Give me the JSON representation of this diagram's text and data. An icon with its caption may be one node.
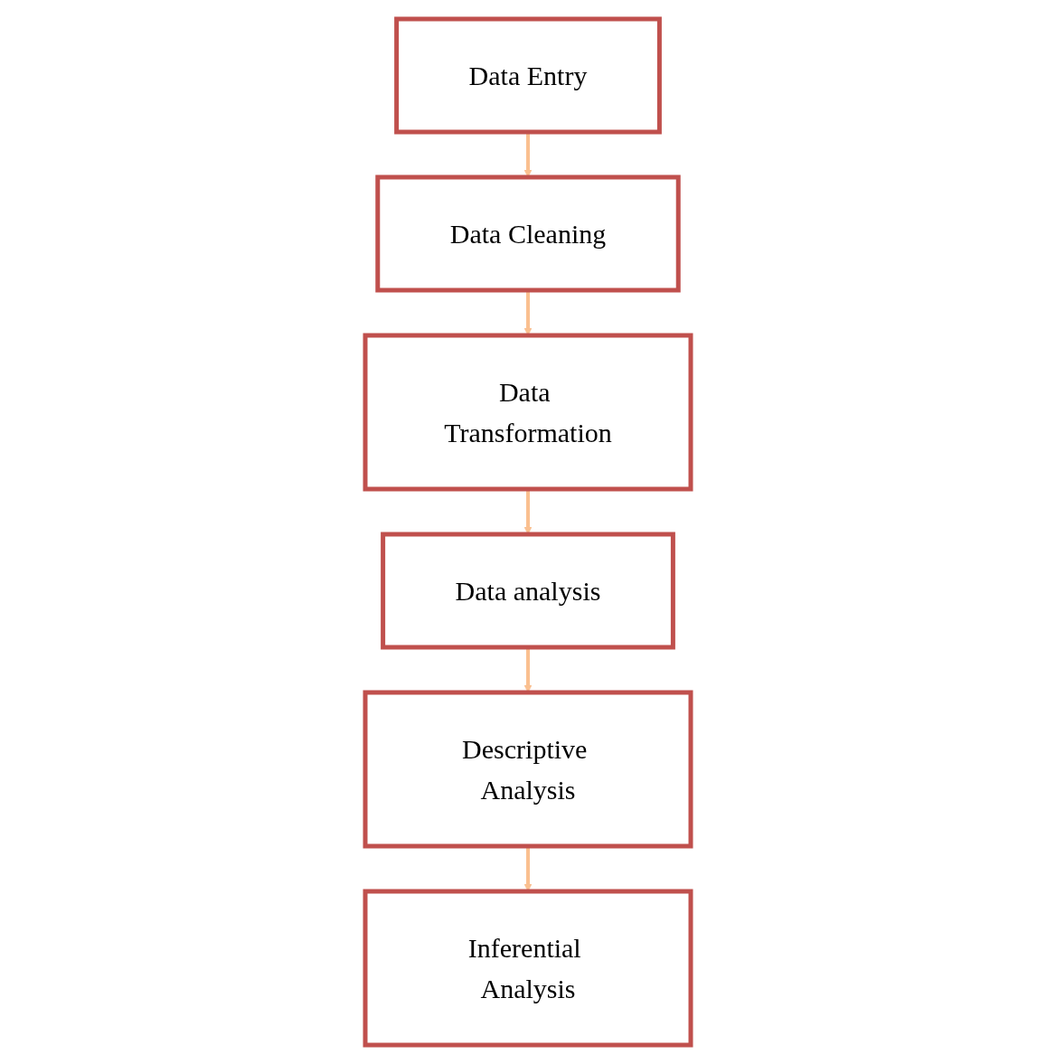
{
  "diagram": {
    "nodes": [
      {
        "text": [
          "Data Entry"
        ]
      },
      {
        "text": [
          "Data Cleaning"
        ]
      },
      {
        "text": [
          "Data Transformation"
        ]
      },
      {
        "text": [
          "Data analysis"
        ]
      },
      {
        "text": [
          "Descriptive Analysis"
        ]
      },
      {
        "text": [
          "Inferential Analysis"
        ]
      }
    ],
    "edges": [
      {
        "from": 0,
        "to": 1,
        "arrow": "to"
      },
      {
        "from": 1,
        "to": 2,
        "arrow": "to"
      },
      {
        "from": 2,
        "to": 3,
        "arrow": "to"
      },
      {
        "from": 3,
        "to": 4,
        "arrow": "to"
      },
      {
        "from": 4,
        "to": 5,
        "arrow": "to"
      }
    ]
  }
}
